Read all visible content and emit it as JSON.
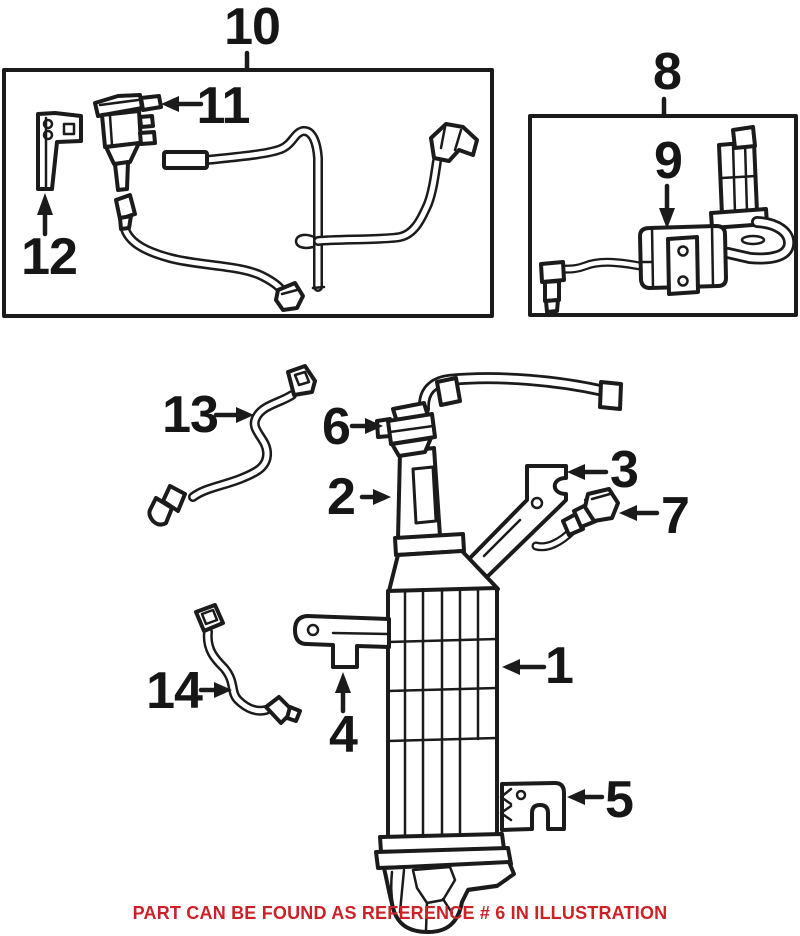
{
  "diagram": {
    "background": "#ffffff",
    "line_color": "#1b1b1b",
    "caption": {
      "text": "PART CAN BE FOUND AS REFERENCE # 6 IN ILLUSTRATION",
      "color": "#cc2127"
    },
    "callouts": [
      {
        "label": "1",
        "part": "canister-body"
      },
      {
        "label": "2",
        "part": "canister-neck"
      },
      {
        "label": "3",
        "part": "upper-mounting-bracket"
      },
      {
        "label": "4",
        "part": "side-mounting-bracket"
      },
      {
        "label": "5",
        "part": "lower-mounting-bracket"
      },
      {
        "label": "6",
        "part": "vent-filter"
      },
      {
        "label": "7",
        "part": "hose-fitting"
      },
      {
        "label": "8",
        "part": "pump-inset-box"
      },
      {
        "label": "9",
        "part": "leak-detection-pump"
      },
      {
        "label": "10",
        "part": "hose-harness-inset-box"
      },
      {
        "label": "11",
        "part": "purge-valve"
      },
      {
        "label": "12",
        "part": "valve-bracket"
      },
      {
        "label": "13",
        "part": "vent-hose"
      },
      {
        "label": "14",
        "part": "vapor-hose"
      }
    ]
  }
}
